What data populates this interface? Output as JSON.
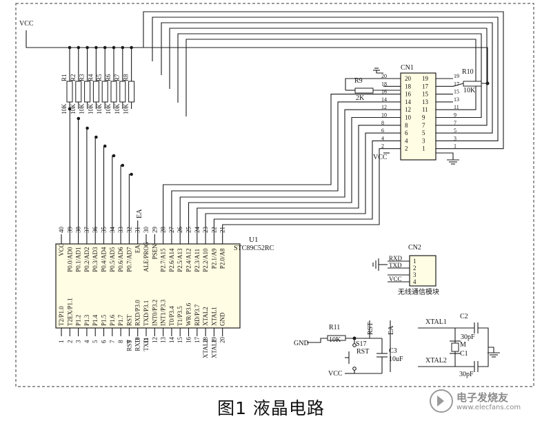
{
  "caption": "图1 液晶电路",
  "watermark": {
    "text": "电子发烧友",
    "url": "www.elecfans.com"
  },
  "power": {
    "vcc": "VCC",
    "gnd": "GND"
  },
  "resistor_bank": {
    "refs": [
      "R1",
      "R2",
      "R3",
      "R4",
      "R5",
      "R6",
      "R7",
      "R8"
    ],
    "value": "10K"
  },
  "r9": {
    "ref": "R9",
    "value": "2K"
  },
  "r10": {
    "ref": "R10",
    "value": "10K"
  },
  "r11": {
    "ref": "R11",
    "value": "10K"
  },
  "cn1": {
    "ref": "CN1",
    "left_pins": [
      "20",
      "18",
      "16",
      "14",
      "12",
      "10",
      "8",
      "6",
      "4",
      "2"
    ],
    "right_pins": [
      "19",
      "17",
      "15",
      "13",
      "11",
      "9",
      "7",
      "5",
      "3",
      "1"
    ],
    "left_ext": [
      "20",
      "18",
      "16",
      "14",
      "12",
      "10",
      "8",
      "6",
      "4",
      "2"
    ],
    "right_ext": [
      "19",
      "17",
      "15",
      "13",
      "11",
      "9",
      "7",
      "5",
      "3",
      "1"
    ]
  },
  "u1": {
    "ref": "U1",
    "part": "STC89C52RC",
    "top_pin_numbers": [
      "40",
      "39",
      "38",
      "37",
      "36",
      "35",
      "34",
      "33",
      "32",
      "31",
      "30",
      "29",
      "28",
      "27",
      "26",
      "25",
      "24",
      "23",
      "22",
      "21"
    ],
    "top_pin_names": [
      "VCC",
      "P0.0/AD0",
      "P0.1/AD1",
      "P0.2/AD2",
      "P0.3/AD3",
      "P0.4/AD4",
      "P0.5/AD5",
      "P0.6/AD6",
      "P0.7/AD7",
      "EA",
      "ALE/PROG",
      "PSEN",
      "P2.7/A15",
      "P2.6/A14",
      "P2.5/A13",
      "P2.4/A12",
      "P2.3/A11",
      "P2.2/A10",
      "P2.1/A9",
      "P2.0/A8"
    ],
    "bottom_pin_numbers": [
      "1",
      "2",
      "3",
      "4",
      "5",
      "6",
      "7",
      "8",
      "9",
      "10",
      "11",
      "12",
      "13",
      "14",
      "15",
      "16",
      "17",
      "18",
      "19",
      "20"
    ],
    "bottom_pin_names": [
      "T2/P1.0",
      "T2EX/P1.1",
      "P1.2",
      "P1.3",
      "P1.4",
      "P1.5",
      "P1.6",
      "P1.7",
      "RST",
      "RXD/P3.0",
      "TXD/P3.1",
      "INT0/P3.2",
      "INT1/P3.3",
      "T0/P3.4",
      "T1/P3.5",
      "WR/P3.6",
      "RD/P3.7",
      "XTAL2",
      "XTAL1",
      "GND"
    ],
    "bottom_net_labels": [
      "RST",
      "RXD",
      "TXD",
      "XTAL2",
      "XTAL1"
    ],
    "ea_label": "EA"
  },
  "cn2": {
    "ref": "CN2",
    "pins": [
      "1",
      "2",
      "3",
      "4"
    ],
    "nets": [
      "RXD",
      "TXD",
      "",
      "VCC"
    ],
    "caption": "无线通信模块"
  },
  "reset": {
    "net_rst": "RST",
    "net_ea": "EA",
    "switch_ref": "S17",
    "switch_label": "RST",
    "cap_ref": "C3",
    "cap_value": "10uF"
  },
  "crystal": {
    "xtal1": "XTAL1",
    "xtal2": "XTAL2",
    "c1_ref": "C1",
    "c2_ref": "C2",
    "c1_value": "30pF",
    "c2_value": "30pF",
    "crystal_ref": "M"
  }
}
